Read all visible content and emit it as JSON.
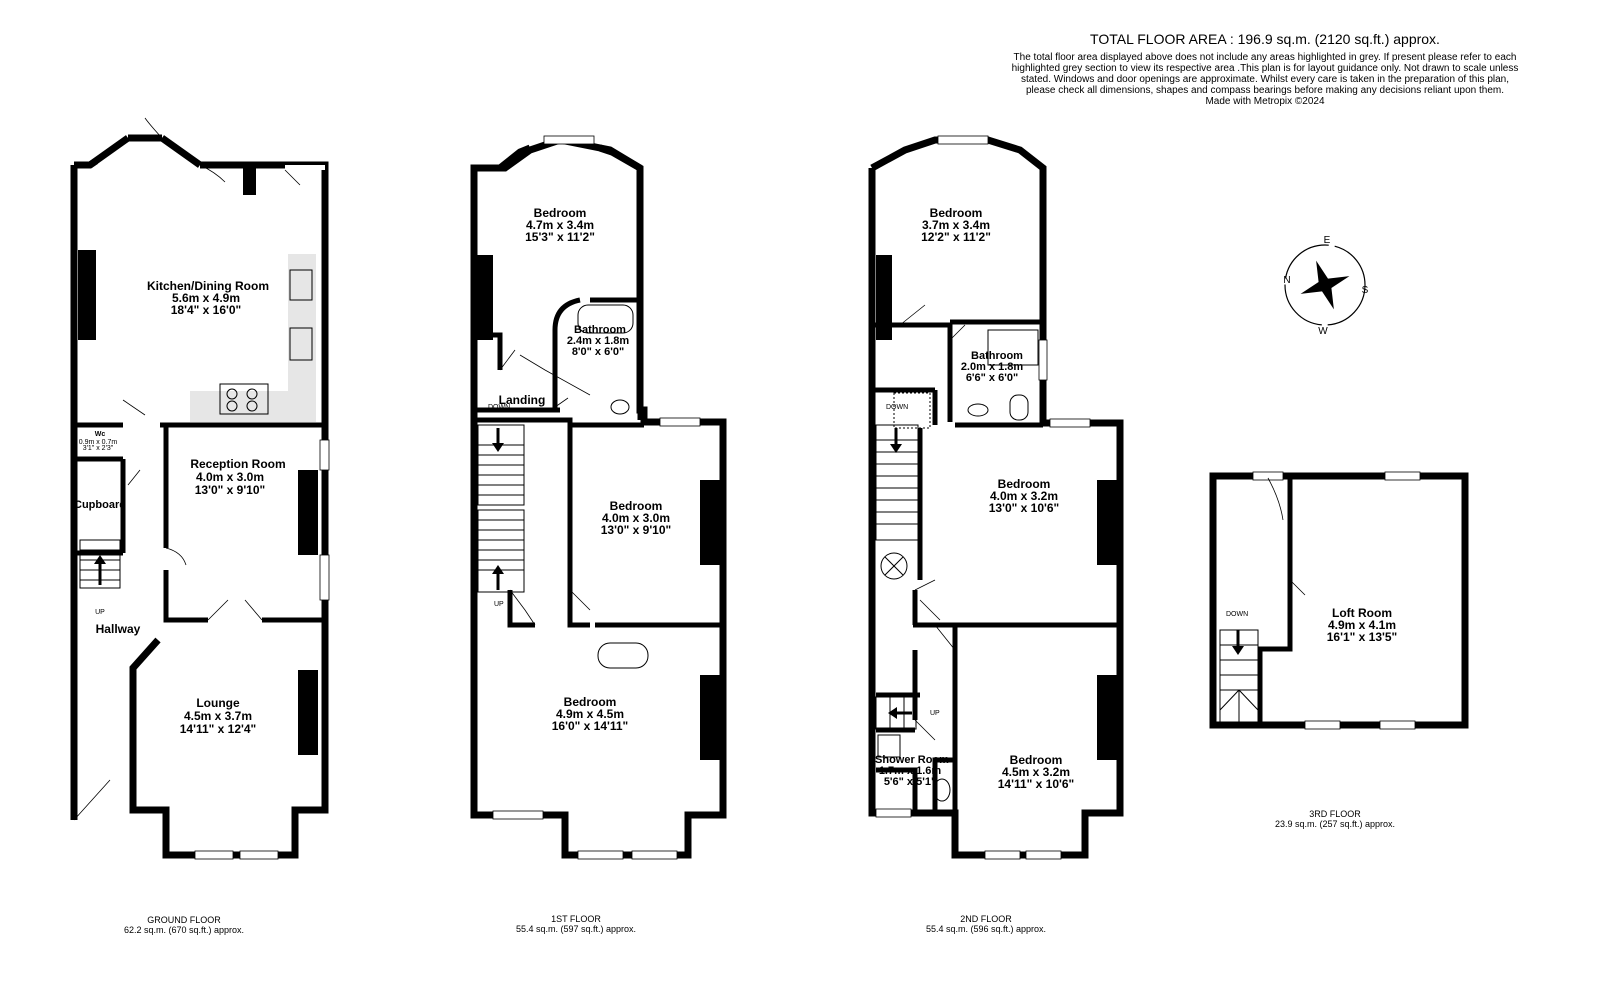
{
  "summary": {
    "total_area": "TOTAL FLOOR AREA : 196.9 sq.m. (2120 sq.ft.) approx.",
    "disclaimer": "The total floor area displayed above does not include any areas highlighted in grey. If present please refer to each highlighted grey section to view its respective area .This plan is for layout guidance only. Not drawn to scale unless stated. Windows and door openings are approximate. Whilst every care is taken in the preparation of this plan, please check all dimensions, shapes and compass bearings before making any decisions reliant upon them.",
    "credit": "Made with Metropix ©2024"
  },
  "compass": {
    "n": "N",
    "e": "E",
    "s": "S",
    "w": "W"
  },
  "ground_floor": {
    "name": "GROUND FLOOR",
    "area": "62.2 sq.m. (670 sq.ft.) approx.",
    "kitchen": {
      "name": "Kitchen/Dining Room",
      "metric": "5.6m  x 4.9m",
      "imperial": "18'4\"  x 16'0\""
    },
    "reception": {
      "name": "Reception Room",
      "metric": "4.0m  x 3.0m",
      "imperial": "13'0\"  x 9'10\""
    },
    "lounge": {
      "name": "Lounge",
      "metric": "4.5m  x 3.7m",
      "imperial": "14'11\"  x 12'4\""
    },
    "hallway": {
      "name": "Hallway"
    },
    "cupboard": {
      "name": "Cupboard"
    },
    "wc": {
      "name": "Wc",
      "metric": "0.9m  x 0.7m",
      "imperial": "3'1\"  x 2'3\""
    },
    "stairs_label": "UP"
  },
  "first_floor": {
    "name": "1ST FLOOR",
    "area": "55.4 sq.m. (597 sq.ft.) approx.",
    "bedroom_front_top": {
      "name": "Bedroom",
      "metric": "4.7m  x 3.4m",
      "imperial": "15'3\"  x 11'2\""
    },
    "bathroom": {
      "name": "Bathroom",
      "metric": "2.4m  x 1.8m",
      "imperial": "8'0\"  x 6'0\""
    },
    "landing": {
      "name": "Landing"
    },
    "bedroom_middle": {
      "name": "Bedroom",
      "metric": "4.0m  x 3.0m",
      "imperial": "13'0\"  x 9'10\""
    },
    "bedroom_bottom": {
      "name": "Bedroom",
      "metric": "4.9m  x 4.5m",
      "imperial": "16'0\"  x 14'11\""
    },
    "stairs_down": "DOWN",
    "stairs_up": "UP"
  },
  "second_floor": {
    "name": "2ND FLOOR",
    "area": "55.4 sq.m. (596 sq.ft.) approx.",
    "bedroom_top": {
      "name": "Bedroom",
      "metric": "3.7m  x 3.4m",
      "imperial": "12'2\"  x 11'2\""
    },
    "bathroom": {
      "name": "Bathroom",
      "metric": "2.0m  x 1.8m",
      "imperial": "6'6\"  x 6'0\""
    },
    "bedroom_middle": {
      "name": "Bedroom",
      "metric": "4.0m  x 3.2m",
      "imperial": "13'0\"  x 10'6\""
    },
    "bedroom_bottom": {
      "name": "Bedroom",
      "metric": "4.5m  x 3.2m",
      "imperial": "14'11\"  x 10'6\""
    },
    "shower_room": {
      "name": "Shower Room",
      "metric": "1.7m  x 1.6m",
      "imperial": "5'6\"  x 5'1\""
    },
    "stairs_down": "DOWN",
    "stairs_up": "UP"
  },
  "third_floor": {
    "name": "3RD FLOOR",
    "area": "23.9 sq.m. (257 sq.ft.) approx.",
    "loft": {
      "name": "Loft Room",
      "metric": "4.9m  x 4.1m",
      "imperial": "16'1\"  x 13'5\""
    },
    "stairs_down": "DOWN"
  }
}
